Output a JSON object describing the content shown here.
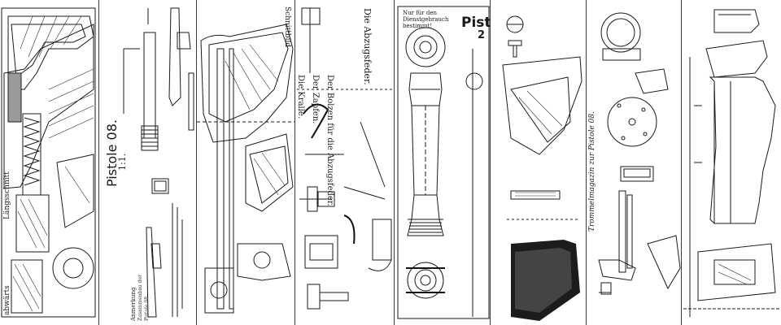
{
  "sheet_1": {
    "title": "Pistole 08.",
    "scale": "1:1.",
    "section_label": "Längsschnitt",
    "bottom_label": "abwärts",
    "note_heading": "Anmerkung",
    "note_line_1": "Zusammenbau der",
    "note_line_2": "Pistole 08"
  },
  "sheet_2": {
    "title": "Schnittbild"
  },
  "sheet_3": {
    "header": "Nur für den Dienstgebrauch bestimmt!",
    "word": "Pistc",
    "number": "2"
  },
  "sheet_4": {
    "label_a": "Die Kralle.",
    "label_b": "Der Zapfen.",
    "label_c": "Der Bolzen für die Abzugsfeder.",
    "label_d": "Die Abzugsfeder."
  },
  "sheet_5": {
    "title": "Trommelmagazin zur Pistole 08."
  },
  "colors": {
    "paper": "#ffffff",
    "ink": "#1a1a1a",
    "hatch": "#2a2a2a"
  }
}
